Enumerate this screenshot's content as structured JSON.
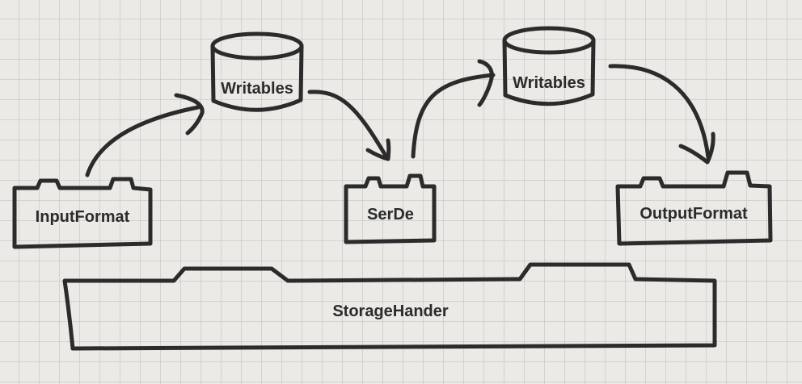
{
  "diagram": {
    "nodes": {
      "input_format": "InputFormat",
      "writables_left": "Writables",
      "serde": "SerDe",
      "writables_right": "Writables",
      "output_format": "OutputFormat",
      "storage_handler": "StorageHander"
    },
    "edges": [
      {
        "from": "InputFormat",
        "to": "Writables"
      },
      {
        "from": "Writables",
        "to": "SerDe"
      },
      {
        "from": "SerDe",
        "to": "Writables"
      },
      {
        "from": "Writables",
        "to": "OutputFormat"
      }
    ],
    "stroke_color": "#2b2b2b",
    "background_color": "#eceae6"
  }
}
